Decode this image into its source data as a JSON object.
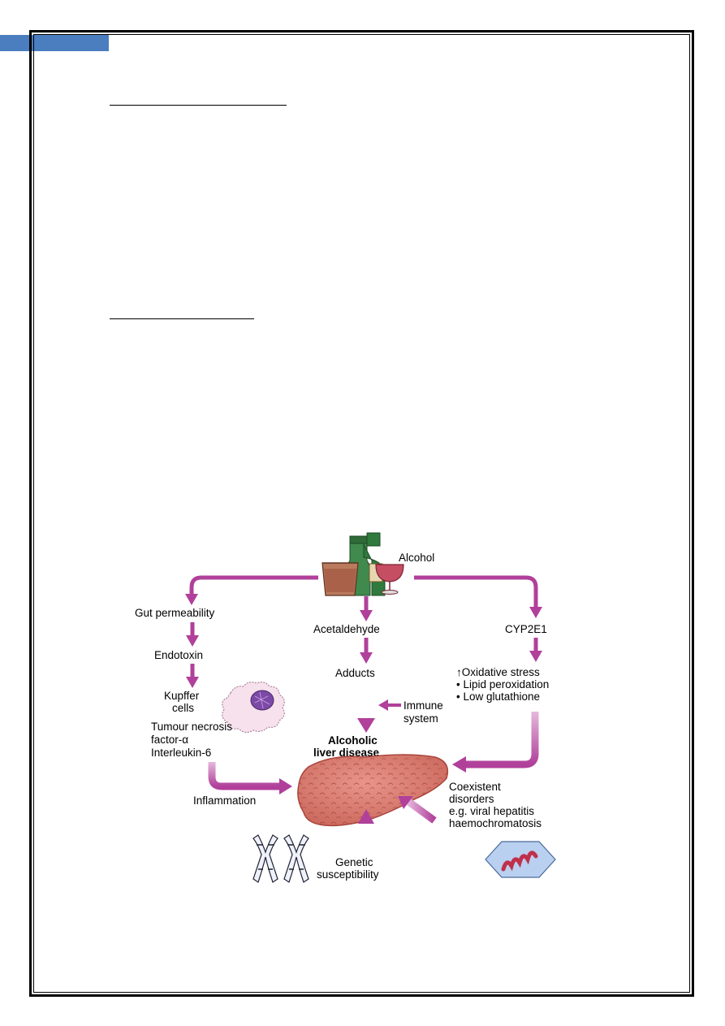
{
  "page": {
    "headings": [
      "",
      ""
    ]
  },
  "diagram": {
    "alcohol": "Alcohol",
    "gut_permeability": "Gut permeability",
    "endotoxin": "Endotoxin",
    "kupffer_line1": "Kupffer",
    "kupffer_line2": "cells",
    "tnf_line1": "Tumour necrosis",
    "tnf_line2": "factor-α",
    "interleukin": "Interleukin-6",
    "inflammation": "Inflammation",
    "acetaldehyde": "Acetaldehyde",
    "adducts": "Adducts",
    "immune_line1": "Immune",
    "immune_line2": "system",
    "ald_line1": "Alcoholic",
    "ald_line2": "liver disease",
    "cyp": "CYP2E1",
    "oxidative": "↑Oxidative stress",
    "lipid": "• Lipid peroxidation",
    "glutathione": "• Low glutathione",
    "coexist_line1": "Coexistent",
    "coexist_line2": "disorders",
    "coexist_line3": "e.g. viral hepatitis",
    "coexist_line4": "haemochromatosis",
    "genetic_line1": "Genetic",
    "genetic_line2": "susceptibility"
  },
  "colors": {
    "arrow": "#b0409a",
    "arrow_light": "#e6b8dc",
    "liver": "#d9776a",
    "accent_tab": "#4a7ebf"
  }
}
